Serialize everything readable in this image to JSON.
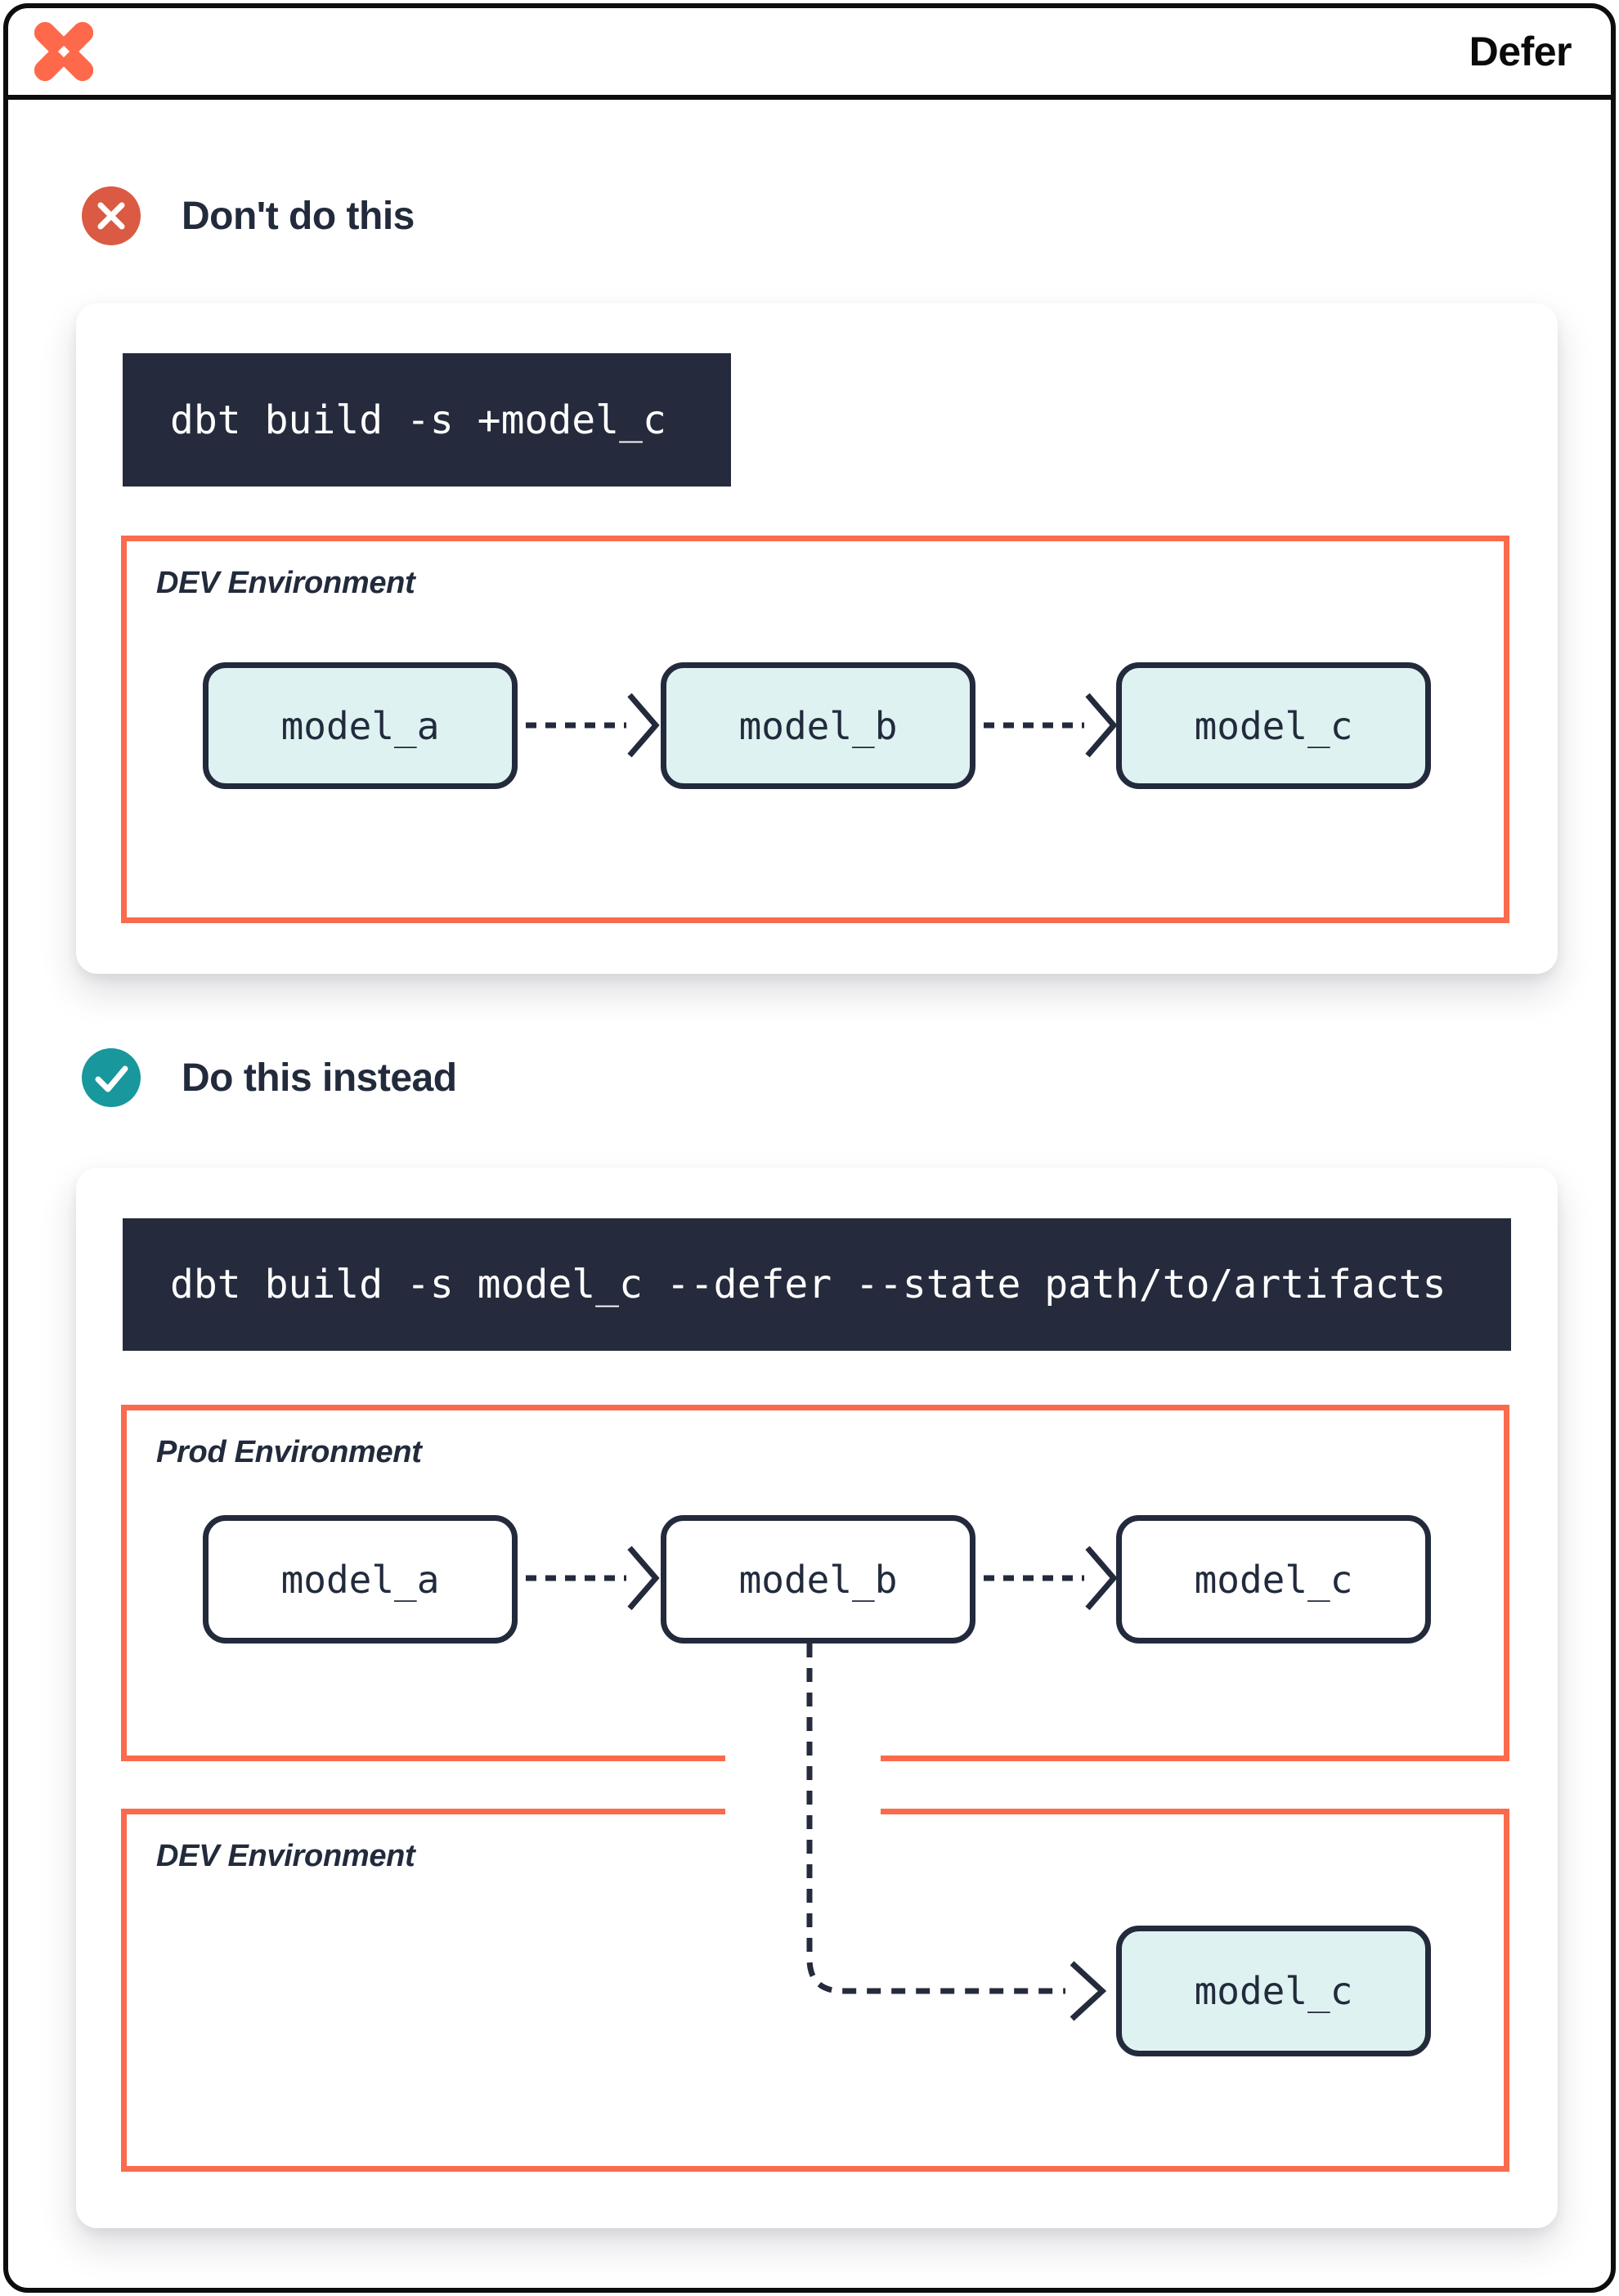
{
  "header": {
    "title": "Defer",
    "logo": "dbt-logo"
  },
  "colors": {
    "orange": "#fa6a4c",
    "logo-orange": "#ff694b",
    "navy": "#232a3c",
    "navy-bg": "#252b3c",
    "teal-fill": "#dff2f2",
    "badge-red": "#db5a43",
    "badge-teal": "#18979c",
    "frame": "#0d0d0f"
  },
  "sections": [
    {
      "heading": "Don't do this",
      "badge": "x-icon",
      "command": "dbt build -s +model_c",
      "environments": [
        {
          "label": "DEV Environment",
          "models": [
            {
              "name": "model_a",
              "style": "teal"
            },
            {
              "name": "model_b",
              "style": "teal"
            },
            {
              "name": "model_c",
              "style": "teal"
            }
          ]
        }
      ]
    },
    {
      "heading": "Do this instead",
      "badge": "check-icon",
      "command": "dbt build -s model_c --defer --state path/to/artifacts",
      "environments": [
        {
          "label": "Prod Environment",
          "models": [
            {
              "name": "model_a",
              "style": "white"
            },
            {
              "name": "model_b",
              "style": "white"
            },
            {
              "name": "model_c",
              "style": "white"
            }
          ]
        },
        {
          "label": "DEV Environment",
          "models": [
            {
              "name": "model_c",
              "style": "teal"
            }
          ]
        }
      ]
    }
  ]
}
